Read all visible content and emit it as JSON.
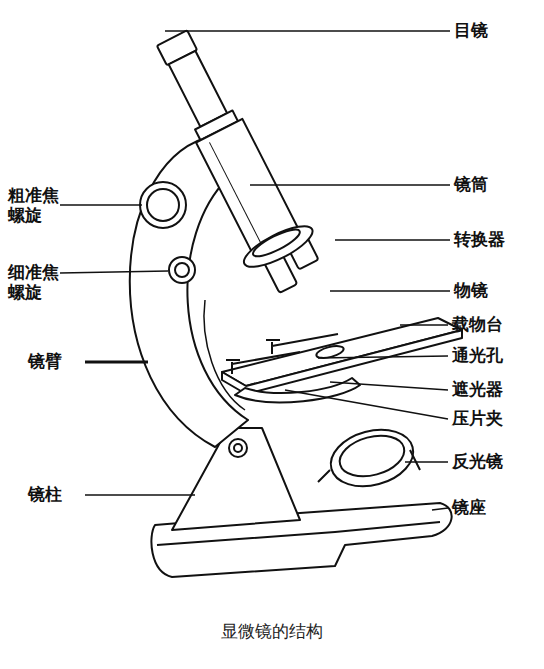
{
  "diagram": {
    "caption": "显微镜的结构",
    "labels": [
      "目镜",
      "镜筒",
      "转换器",
      "物镜",
      "载物台",
      "通光孔",
      "遮光器",
      "压片夹",
      "反光镜",
      "镜座",
      "粗准焦 螺旋",
      "细准焦 螺旋",
      "镜臂",
      "镜柱"
    ]
  }
}
